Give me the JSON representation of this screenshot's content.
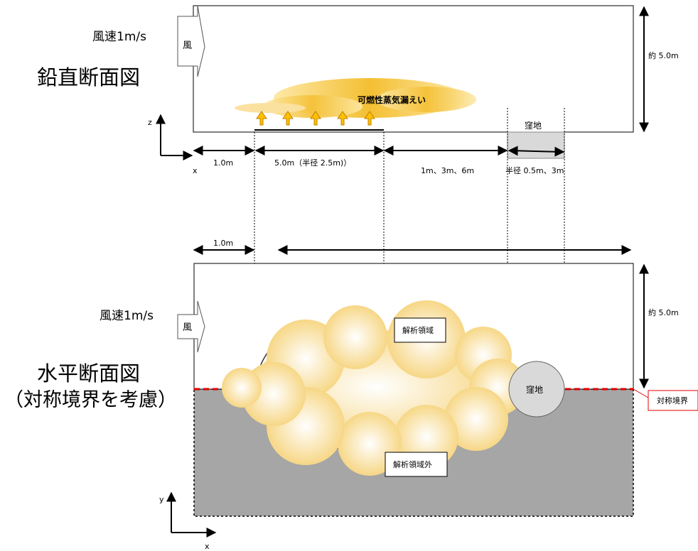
{
  "vertical": {
    "title": "鉛直断面図",
    "wind_speed": "風速1m/s",
    "wind_label": "風",
    "height": "約 5.0m",
    "leak_label": "可燃性蒸気漏えい",
    "pit_label": "窪地",
    "dim_upstream": "1.0m",
    "dim_source": "5.0m（半径 2.5m)）",
    "dim_gap": "1m、3m、6m",
    "dim_pit": "半径 0.5m、3m",
    "axis_v": "z",
    "axis_h": "x"
  },
  "horizontal": {
    "title_line1": "水平断面図",
    "title_line2": "（対称境界を考慮）",
    "wind_speed": "風速1m/s",
    "wind_label": "風",
    "height": "約 5.0m",
    "dim_upstream": "1.0m",
    "domain_label": "解析領域",
    "outside_label": "解析領域外",
    "pit_label": "窪地",
    "symmetry_label": "対称境界",
    "axis_v": "y",
    "axis_h": "x"
  },
  "colors": {
    "cloud_outer": "#f6d37a",
    "cloud_inner": "#ffffff",
    "outside_fill": "#a6a6a6",
    "pit_fill": "#d9d9d9",
    "symmetry_line": "#e00000",
    "arrow_fill": "#ffc000"
  }
}
